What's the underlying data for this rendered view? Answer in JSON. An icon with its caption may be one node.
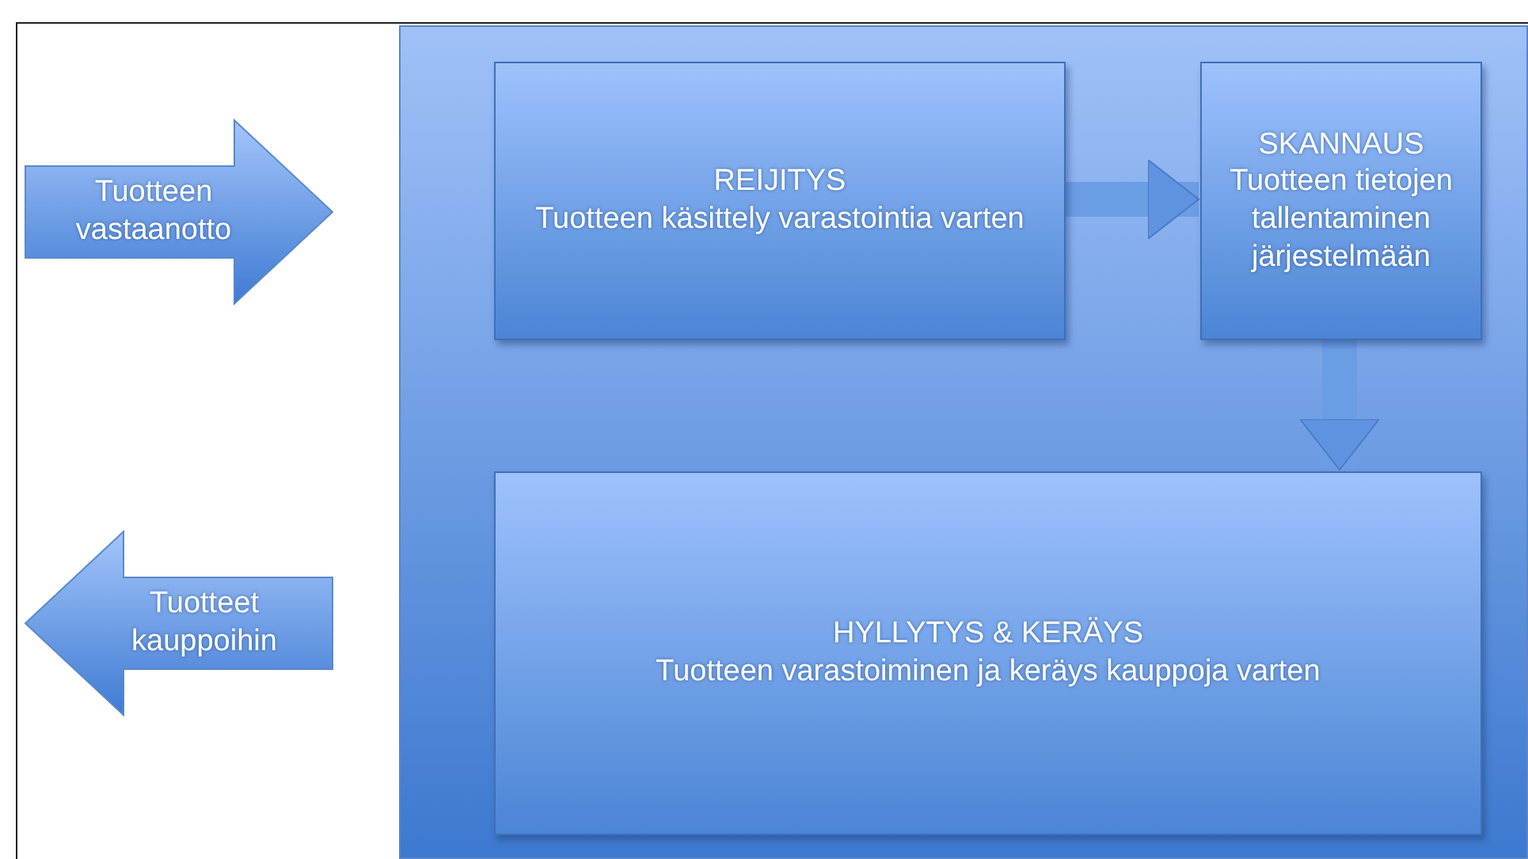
{
  "diagram": {
    "nodes": [
      {
        "text": [],
        "shape": "box"
      },
      {
        "text": [
          "REIJITYS",
          "Tuotteen käsittely varastointia varten"
        ],
        "in": 0
      },
      {
        "text": [
          "SKANNAUS",
          "Tuotteen tietojen tallentaminen järjestelmään"
        ],
        "in": 0
      },
      {
        "text": [
          "HYLLYTYS & KERÄYS",
          "Tuotteen varastoiminen ja keräys kauppoja varten"
        ],
        "in": 0
      },
      {
        "text": [
          "Tuotteen vastaanotto"
        ]
      },
      {
        "text": [
          "Tuotteet kauppoihin"
        ]
      }
    ],
    "edges": [
      {
        "from": 1,
        "to": 2,
        "arrow": "to"
      },
      {
        "from": 2,
        "to": 3,
        "arrow": "to"
      }
    ]
  }
}
